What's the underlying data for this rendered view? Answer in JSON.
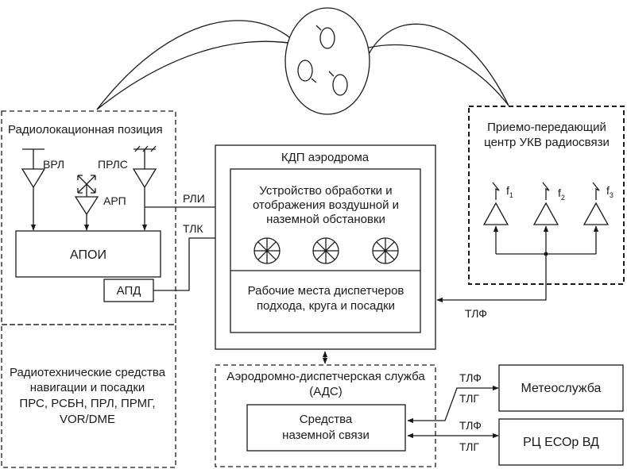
{
  "radar_position": {
    "title": "Радиолокационная позиция",
    "vrl": "ВРЛ",
    "prls": "ПРЛС",
    "arp": "АРП",
    "apoi": "АПОИ",
    "apd": "АПД"
  },
  "links": {
    "rli": "РЛИ",
    "tlk": "ТЛК",
    "tlf_radio": "ТЛФ",
    "tlf_meteo": "ТЛФ",
    "tlg_meteo": "ТЛГ",
    "tlf_rc": "ТЛФ",
    "tlg_rc": "ТЛГ"
  },
  "kdp": {
    "title": "КДП аэродрома",
    "processing_line1": "Устройство обработки и",
    "processing_line2": "отображения воздушной и",
    "processing_line3": "наземной обстановки",
    "workplaces_line1": "Рабочие места диспетчеров",
    "workplaces_line2": "подхода, круга и посадки"
  },
  "radio_center": {
    "title_line1": "Приемо-передающий",
    "title_line2": "центр УКВ радиосвязи",
    "f1": "f",
    "f1_sub": "1",
    "f2": "f",
    "f2_sub": "2",
    "f3": "f",
    "f3_sub": "3"
  },
  "navaids": {
    "line1": "Радиотехнические средства",
    "line2": "навигации и посадки",
    "line3": "ПРС, РСБН, ПРЛ, ПРМГ,",
    "line4": "VOR/DME"
  },
  "ads": {
    "title_line1": "Аэродромно-диспетчерская служба",
    "title_line2": "(АДС)",
    "ground_comm_line1": "Средства",
    "ground_comm_line2": "наземной связи"
  },
  "meteo": "Метеослужба",
  "rc": "РЦ ЕСОр ВД"
}
